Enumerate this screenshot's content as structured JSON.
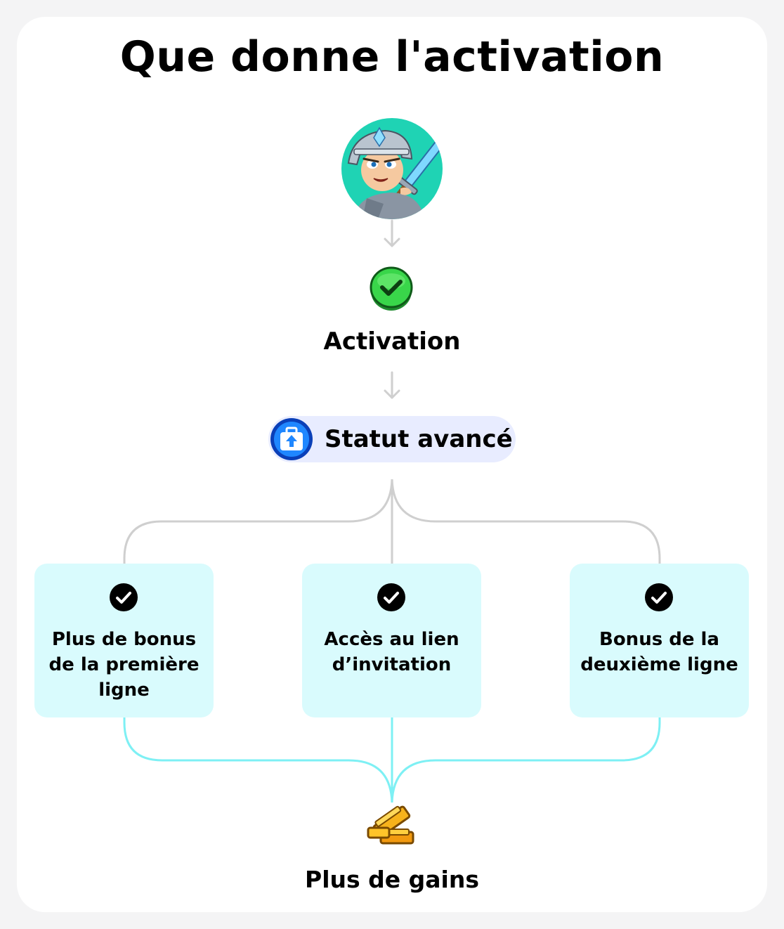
{
  "title": "Que donne l'activation",
  "flow": {
    "activation_label": "Activation",
    "status_label": "Statut avancé",
    "benefits": [
      {
        "label": "Plus de bonus de la première ligne"
      },
      {
        "label": "Accès au lien d’invitation"
      },
      {
        "label": "Bonus de la deuxième ligne"
      }
    ],
    "result_label": "Plus de gains"
  },
  "icons": {
    "avatar": "knight-avatar-icon",
    "activation": "green-check-icon",
    "status": "briefcase-upgrade-icon",
    "benefit": "check-circle-icon",
    "result": "gold-bars-icon"
  },
  "colors": {
    "connector_top": "#cfcfcf",
    "connector_bottom": "#7ef0f4",
    "benefit_bg": "#d9fbfd",
    "status_bg": "#e8ecff",
    "avatar_bg": "#1fd3b4"
  }
}
